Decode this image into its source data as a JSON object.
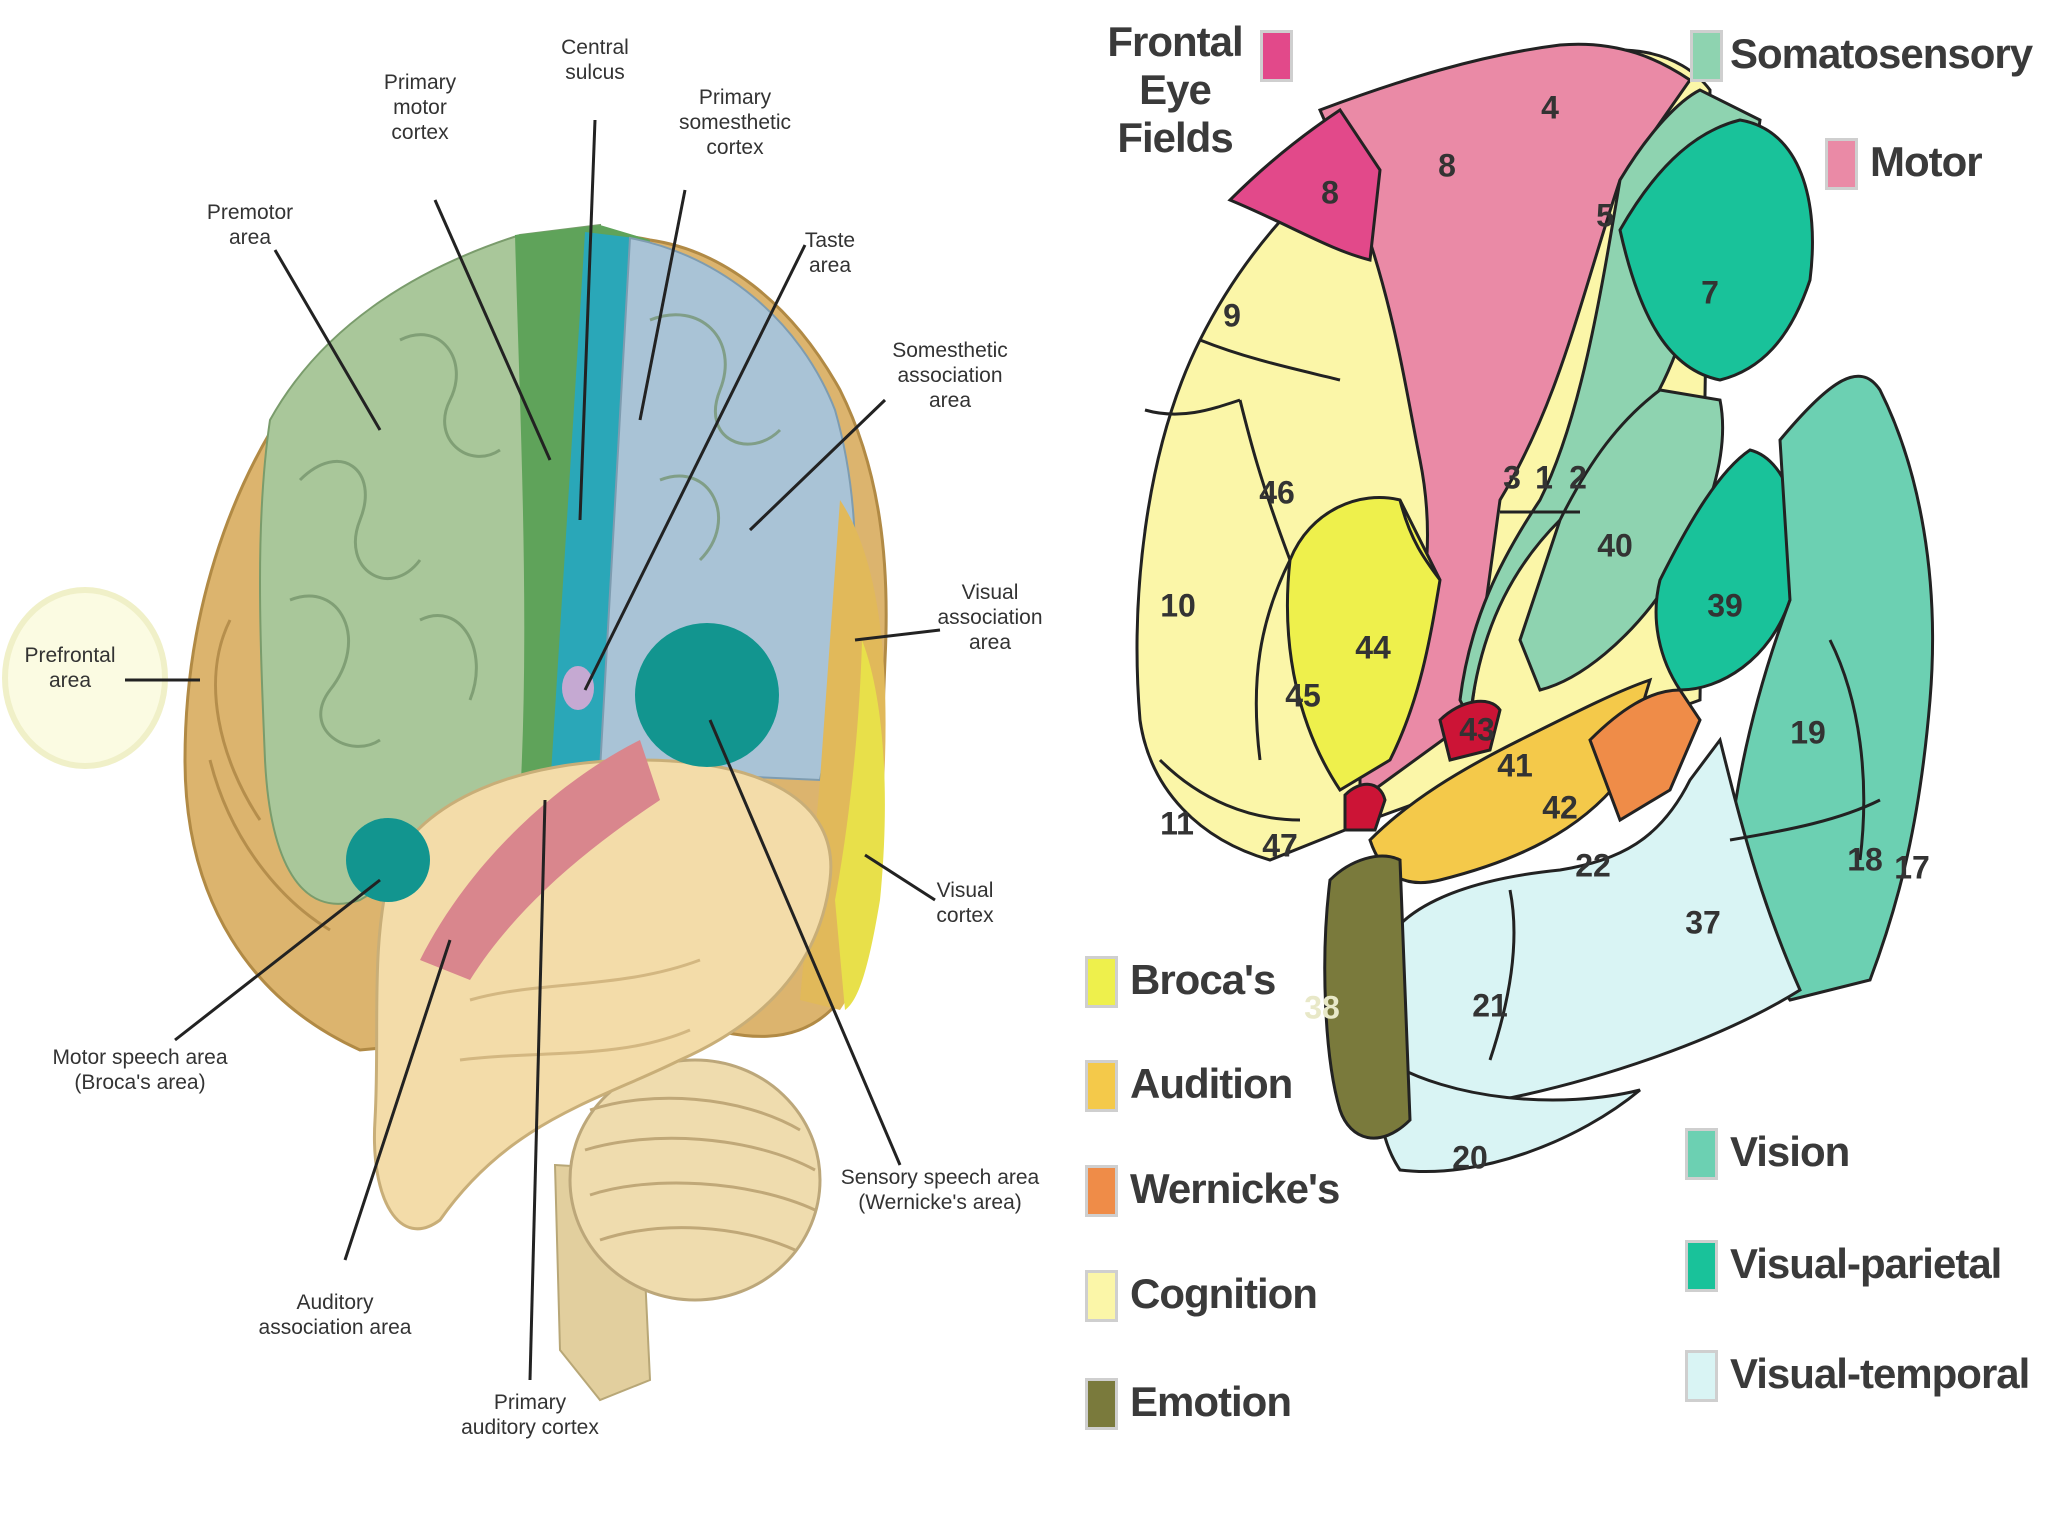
{
  "left_labels": {
    "premotor": "Premotor\narea",
    "primary_motor": "Primary\nmotor\ncortex",
    "central_sulcus": "Central\nsulcus",
    "primary_somesthetic": "Primary\nsomesthetic\ncortex",
    "taste": "Taste\narea",
    "somesthetic_assoc": "Somesthetic\nassociation\narea",
    "visual_assoc": "Visual\nassociation\narea",
    "visual_cortex": "Visual\ncortex",
    "prefrontal": "Prefrontal\narea",
    "motor_speech": "Motor speech area\n(Broca's area)",
    "sensory_speech": "Sensory speech area\n(Wernicke's area)",
    "auditory_assoc": "Auditory\nassociation area",
    "primary_auditory": "Primary\nauditory cortex"
  },
  "right_legend": {
    "frontal_eye_fields": "Frontal Eye\nFields",
    "somatosensory": "Somatosensory",
    "motor": "Motor",
    "brocas": "Broca's",
    "audition": "Audition",
    "wernickes": "Wernicke's",
    "cognition": "Cognition",
    "emotion": "Emotion",
    "vision": "Vision",
    "visual_parietal": "Visual-parietal",
    "visual_temporal": "Visual-temporal"
  },
  "brodmann_areas": {
    "a8a": "8",
    "a8b": "8",
    "a4": "4",
    "a5": "5",
    "a7": "7",
    "a9": "9",
    "a46": "46",
    "a3": "3",
    "a1": "1",
    "a2": "2",
    "a40": "40",
    "a10": "10",
    "a44": "44",
    "a45": "45",
    "a39": "39",
    "a19": "19",
    "a41": "41",
    "a42": "42",
    "a43": "43",
    "a22": "22",
    "a11": "11",
    "a47": "47",
    "a37": "37",
    "a18": "18",
    "a17": "17",
    "a38": "38",
    "a21": "21",
    "a20": "20"
  },
  "colors": {
    "prefrontal_orange": "#dcb46e",
    "premotor_green": "#a9c79a",
    "motor_green": "#5fa35a",
    "sulcus_teal": "#2aa7b8",
    "somesthetic_blue": "#a9c3d6",
    "temporal_cream": "#f3dca9",
    "auditory_pink": "#d9868d",
    "speech_teal": "#12958f",
    "visual_yellow": "#e8e04a",
    "motor_pink": "#ea8aa6",
    "frontal_eye_pink": "#e2498a",
    "somatosensory_green": "#8ed3b0",
    "visual_parietal_teal": "#19c29a",
    "vision_teal": "#6cd0b2",
    "visual_temporal_blue": "#d9f4f4",
    "cognition_yellow": "#fbf6a8",
    "brocas_yellow": "#eef04c",
    "audition_orange": "#f4c94a",
    "wernickes_orange": "#ef8c48",
    "emotion_olive": "#7a7a3c",
    "red_43": "#cc1436"
  }
}
